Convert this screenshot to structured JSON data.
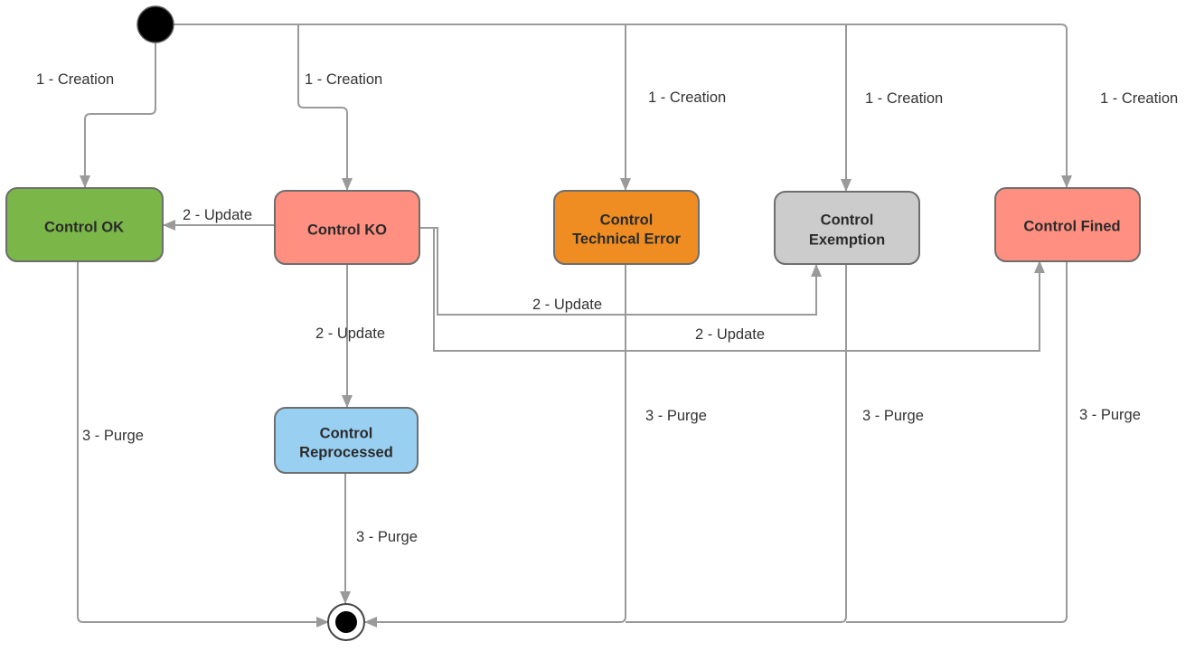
{
  "colors": {
    "line": "#9a9a9a",
    "border": "#6e6e6e",
    "ok": "#7ab648",
    "ko": "#ff8f80",
    "tech_error": "#ef8d22",
    "exemption": "#cccccc",
    "fined": "#ff8f80",
    "reprocessed": "#99d0f2"
  },
  "states": {
    "ok": {
      "label": "Control OK"
    },
    "ko": {
      "label": "Control KO"
    },
    "tech_error": {
      "line1": "Control",
      "line2": "Technical Error"
    },
    "exemption": {
      "line1": "Control",
      "line2": "Exemption"
    },
    "fined": {
      "label": "Control Fined"
    },
    "reprocessed": {
      "line1": "Control",
      "line2": "Reprocessed"
    }
  },
  "labels": {
    "creation": "1 - Creation",
    "update": "2 - Update",
    "purge": "3 - Purge"
  }
}
